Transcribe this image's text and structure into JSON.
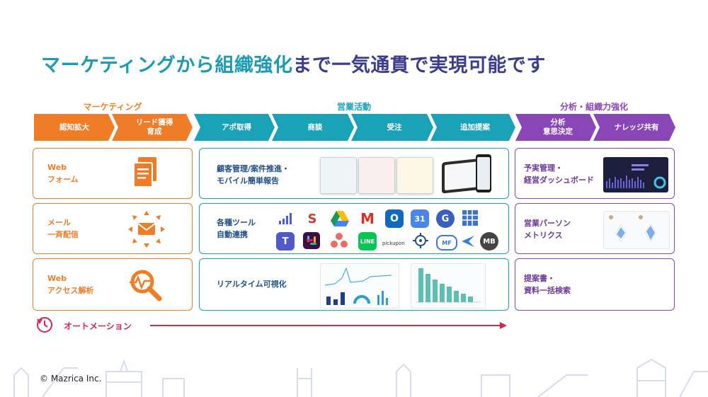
{
  "title": {
    "part1": "マーケティングから組織強化",
    "part2": "まで一気通貫で実現可能です"
  },
  "groups": {
    "marketing": "マーケティング",
    "sales": "営業活動",
    "analysis": "分析・組織力強化"
  },
  "steps": [
    "認知拡大",
    "リード獲得\n育成",
    "アポ取得",
    "商談",
    "受注",
    "追加提案",
    "分析\n意思決定",
    "ナレッジ共有"
  ],
  "marketing_boxes": [
    {
      "label": "Web\nフォーム",
      "icon": "document-icon"
    },
    {
      "label": "メール\n一斉配信",
      "icon": "email-broadcast-icon"
    },
    {
      "label": "Web\nアクセス解析",
      "icon": "magnify-pulse-icon"
    }
  ],
  "sales_boxes": [
    {
      "label": "顧客管理/案件推進・\nモバイル簡単報告"
    },
    {
      "label": "各種ツール\n自動連携"
    },
    {
      "label": "リアルタイム可視化"
    }
  ],
  "analysis_boxes": [
    {
      "label": "予実管理・\n経営ダッシュボード"
    },
    {
      "label": "営業パーソン\nメトリクス"
    },
    {
      "label": "提案書・\n資料一括検索"
    }
  ],
  "integrations": {
    "row1": [
      "S",
      "M",
      "31",
      "G"
    ],
    "row2": [
      "LINE",
      "pickupon",
      "MF",
      "MB"
    ]
  },
  "automation": "オートメーション",
  "footer": "© Mazrica Inc.",
  "colors": {
    "orange": "#ef7d27",
    "teal": "#1aa2b9",
    "purple": "#8a46b6",
    "title_teal": "#1c9bb3",
    "title_navy": "#3a3d8f",
    "automation": "#d0284f"
  }
}
